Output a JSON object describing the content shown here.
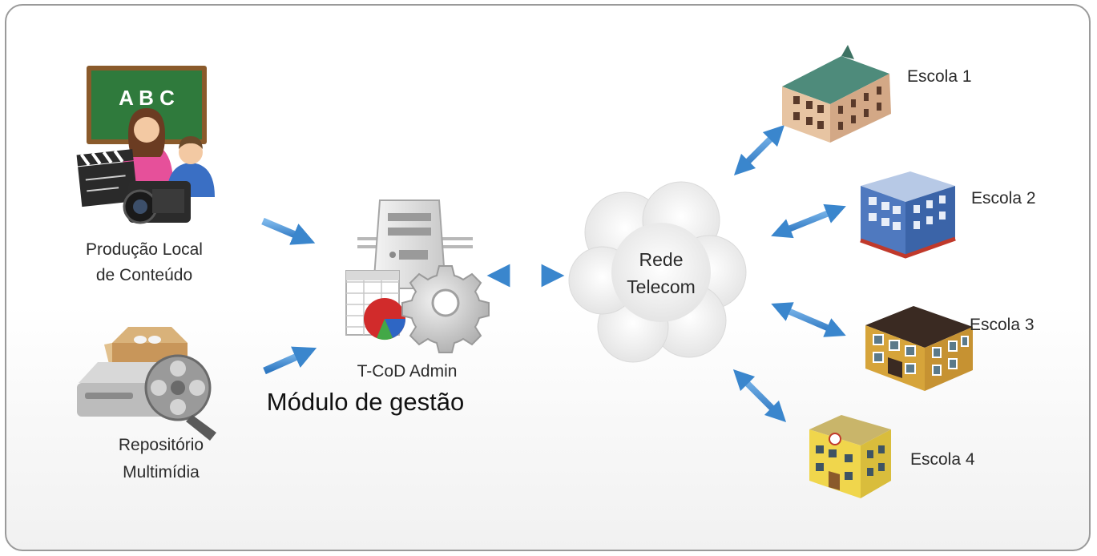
{
  "sources": {
    "producao": {
      "line1": "Produção Local",
      "line2": "de Conteúdo",
      "board_text": "A B C"
    },
    "repositorio": {
      "line1": "Repositório",
      "line2": "Multimídia"
    }
  },
  "admin": {
    "label": "T-CoD Admin",
    "sublabel": "Módulo de gestão"
  },
  "network": {
    "line1": "Rede",
    "line2": "Telecom"
  },
  "schools": [
    {
      "label": "Escola 1"
    },
    {
      "label": "Escola 2"
    },
    {
      "label": "Escola 3"
    },
    {
      "label": "Escola 4"
    }
  ],
  "colors": {
    "arrow": "#4a90d0",
    "border": "#9a9a9a",
    "text": "#2b2b2b"
  }
}
